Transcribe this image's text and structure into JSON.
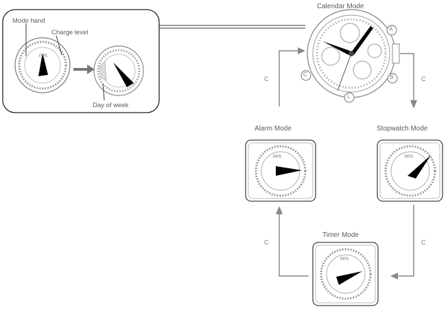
{
  "callout": {
    "mode_hand_label": "Mode hand",
    "charge_level_label": "Charge level",
    "day_of_week_label": "Day of week"
  },
  "modes": {
    "calendar": "Calendar Mode",
    "alarm": "Alarm Mode",
    "stopwatch": "Stopwatch Mode",
    "timer": "Timer Mode"
  },
  "buttons": {
    "a": "A",
    "b": "B",
    "c": "C",
    "l": "L"
  },
  "transitions": {
    "calendar_to_stopwatch": "C",
    "stopwatch_to_timer": "C",
    "timer_to_alarm": "C",
    "alarm_to_calendar": "C"
  },
  "colors": {
    "line": "#333333",
    "arrow": "#888888",
    "hand": "#000000"
  }
}
